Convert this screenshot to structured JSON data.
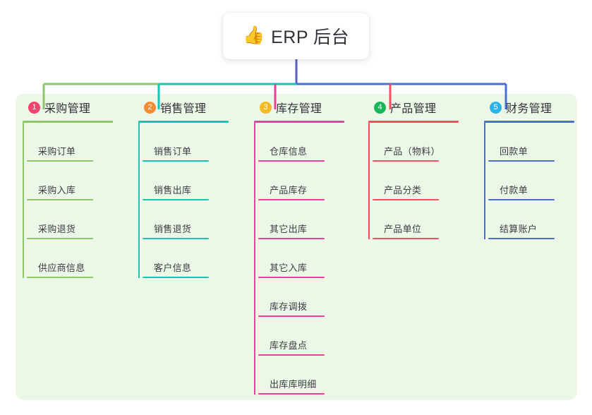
{
  "root": {
    "icon": "thumbs-up-icon",
    "emoji": "👍",
    "label": "ERP 后台"
  },
  "panel": {
    "background_color": "#edf7e8"
  },
  "columns": [
    {
      "number": "1",
      "title": "采购管理",
      "badge_color": "#f4436c",
      "accent_color": "#8cc56a",
      "items": [
        {
          "label": "采购订单"
        },
        {
          "label": "采购入库"
        },
        {
          "label": "采购退货"
        },
        {
          "label": "供应商信息"
        }
      ]
    },
    {
      "number": "2",
      "title": "销售管理",
      "badge_color": "#f58a33",
      "accent_color": "#17c3b2",
      "items": [
        {
          "label": "销售订单"
        },
        {
          "label": "销售出库"
        },
        {
          "label": "销售退货"
        },
        {
          "label": "客户信息"
        }
      ]
    },
    {
      "number": "3",
      "title": "库存管理",
      "badge_color": "#f5b722",
      "accent_color": "#ec3f9a",
      "items": [
        {
          "label": "仓库信息"
        },
        {
          "label": "产品库存"
        },
        {
          "label": "其它出库"
        },
        {
          "label": "其它入库"
        },
        {
          "label": "库存调拨"
        },
        {
          "label": "库存盘点"
        },
        {
          "label": "出库库明细"
        }
      ]
    },
    {
      "number": "4",
      "title": "产品管理",
      "badge_color": "#19b55a",
      "accent_color": "#f1515f",
      "items": [
        {
          "label": "产品（物料）"
        },
        {
          "label": "产品分类"
        },
        {
          "label": "产品单位"
        }
      ]
    },
    {
      "number": "5",
      "title": "财务管理",
      "badge_color": "#2bb3e8",
      "accent_color": "#4a6fd4",
      "items": [
        {
          "label": "回款单"
        },
        {
          "label": "付款单"
        },
        {
          "label": "结算账户"
        }
      ]
    }
  ],
  "connectors": {
    "trunk_color": "#5a5fc7",
    "bus_segments": [
      {
        "color": "#8cc56a"
      },
      {
        "color": "#17c3b2"
      },
      {
        "color": "#4a6fd4"
      },
      {
        "color": "#4a6fd4"
      }
    ]
  }
}
